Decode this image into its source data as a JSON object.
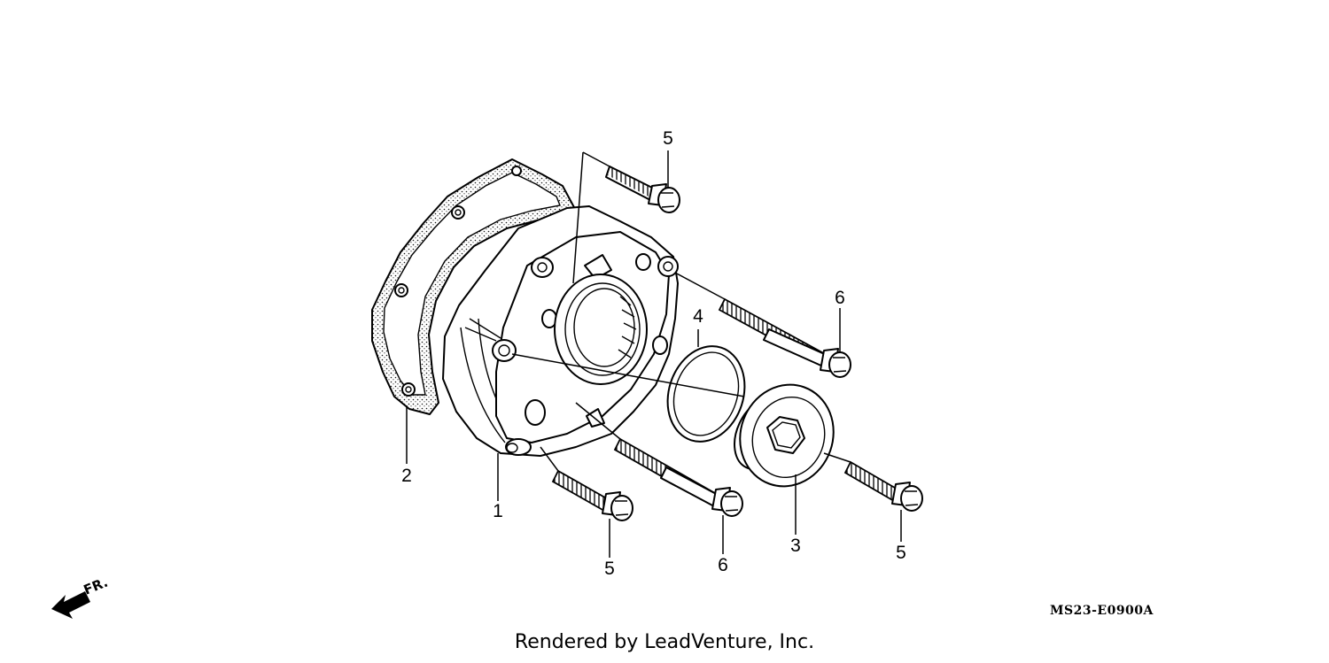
{
  "diagram": {
    "callouts": {
      "c1": "1",
      "c2": "2",
      "c3": "3",
      "c4": "4",
      "c5a": "5",
      "c5b": "5",
      "c5c": "5",
      "c6a": "6",
      "c6b": "6"
    },
    "direction_label": "FR.",
    "diagram_code": "MS23-E0900A"
  },
  "footer": {
    "credit": "Rendered by LeadVenture, Inc."
  }
}
